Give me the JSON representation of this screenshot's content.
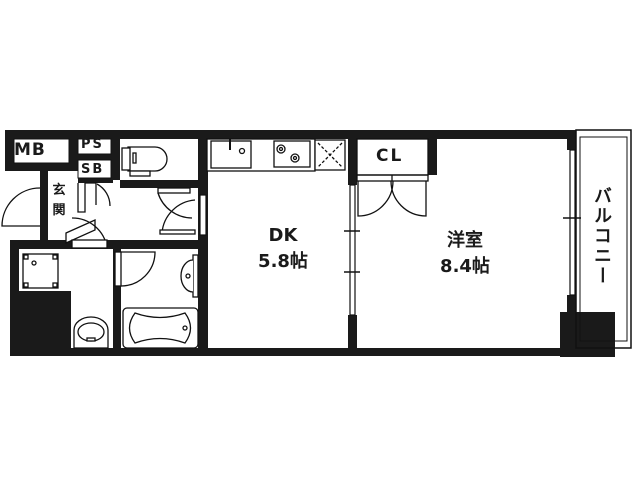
{
  "floor_plan": {
    "rooms": [
      {
        "id": "dk",
        "name": "DK",
        "size": "5.8帖"
      },
      {
        "id": "western",
        "name": "洋室",
        "size": "8.4帖"
      }
    ],
    "labels": {
      "meter_box": "MB",
      "pipe_space": "PS",
      "shoe_box": "SB",
      "entrance": "玄関",
      "closet": "CL",
      "balcony": "バルコニー"
    },
    "fixtures": [
      "kitchen-sink",
      "gas-stove",
      "ventilation-fan",
      "toilet",
      "washbasin",
      "bathtub",
      "washing-machine-pan",
      "closet-double-door"
    ],
    "colors": {
      "wall": "#1a1a1a",
      "background": "#ffffff",
      "line": "#111111"
    }
  }
}
